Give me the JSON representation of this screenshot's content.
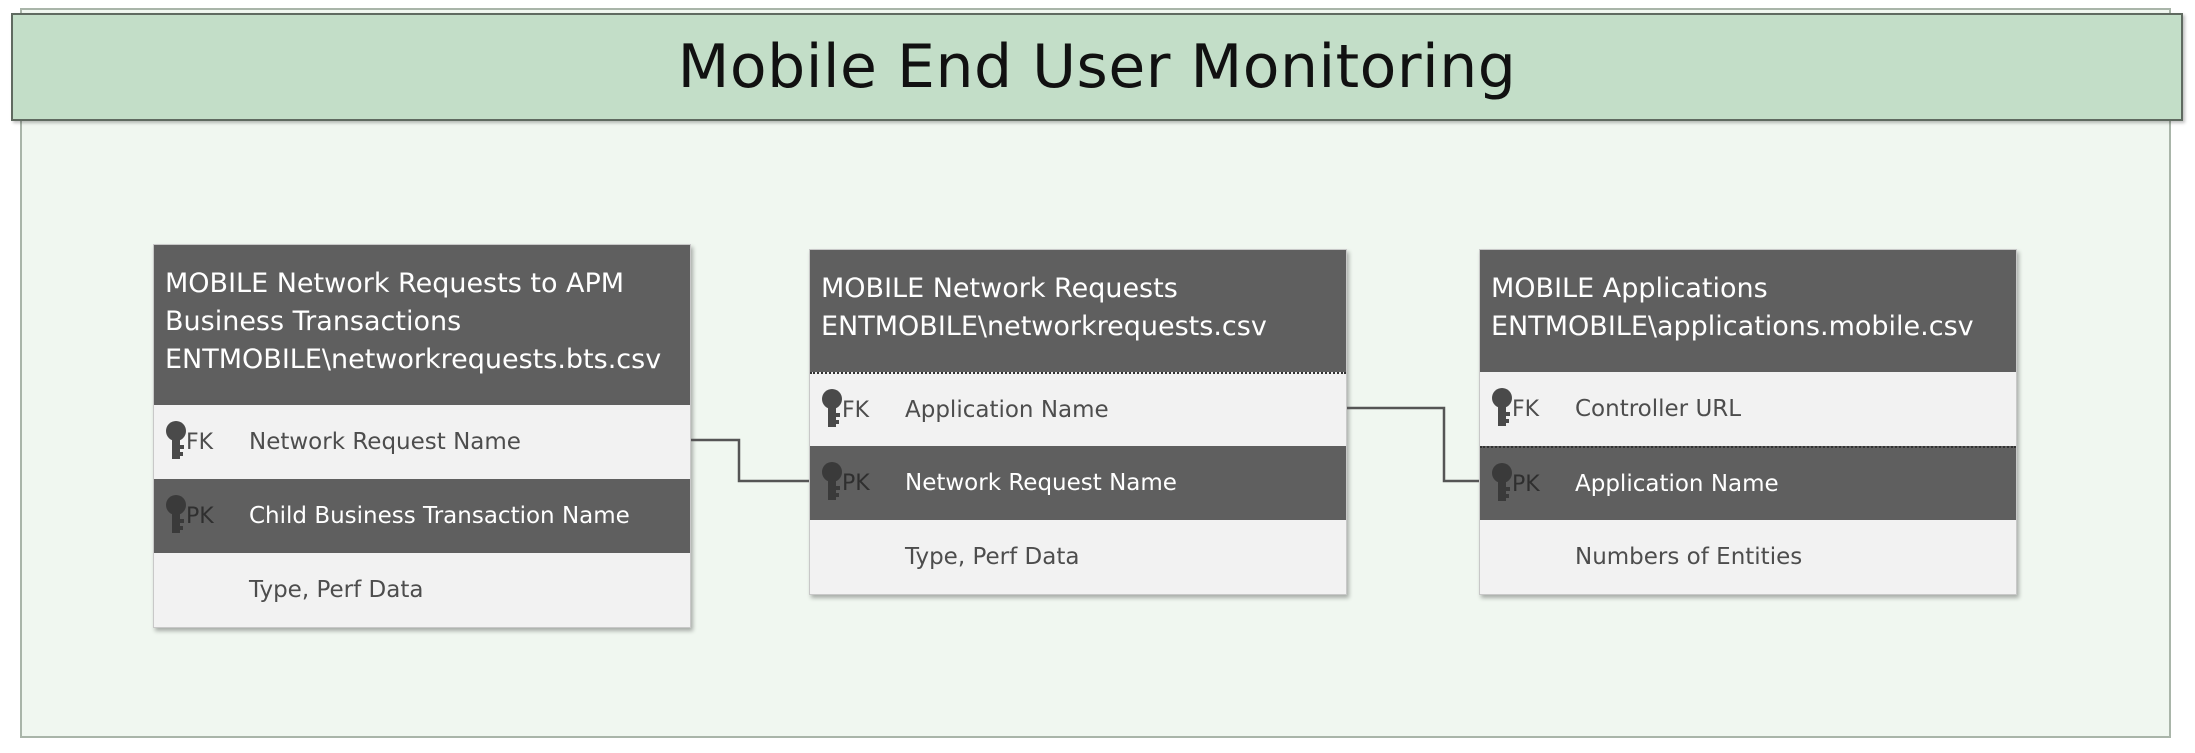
{
  "title": "Mobile End User Monitoring",
  "entities": [
    {
      "header": [
        "MOBILE Network Requests to APM",
        "Business Transactions",
        "ENTMOBILE\\networkrequests.bts.csv"
      ],
      "rows": [
        {
          "key": "FK",
          "name": "Network Request Name"
        },
        {
          "key": "PK",
          "name": "Child Business Transaction Name"
        },
        {
          "key": "",
          "name": "Type, Perf Data"
        }
      ]
    },
    {
      "header": [
        "MOBILE Network Requests",
        "ENTMOBILE\\networkrequests.csv"
      ],
      "rows": [
        {
          "key": "FK",
          "name": "Application Name"
        },
        {
          "key": "PK",
          "name": "Network Request Name"
        },
        {
          "key": "",
          "name": "Type, Perf Data"
        }
      ]
    },
    {
      "header": [
        "MOBILE Applications",
        "ENTMOBILE\\applications.mobile.csv"
      ],
      "rows": [
        {
          "key": "FK",
          "name": "Controller URL"
        },
        {
          "key": "PK",
          "name": "Application Name"
        },
        {
          "key": "",
          "name": "Numbers of Entities"
        }
      ]
    }
  ],
  "colors": {
    "title_bar": "#c3dec8",
    "container": "#f0f7f0",
    "header": "#5f5f5f",
    "row_light": "#f2f2f2",
    "key_icon": "#4a4a4a"
  }
}
